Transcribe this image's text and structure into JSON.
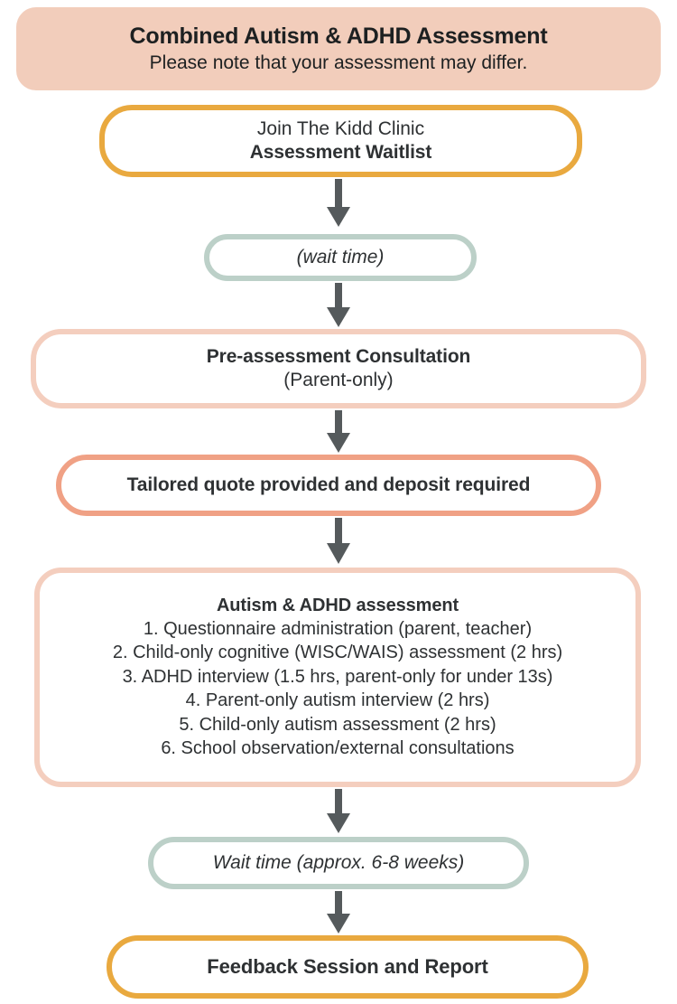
{
  "banner": {
    "title": "Combined Autism & ADHD Assessment",
    "subtitle": "Please note that your assessment may differ."
  },
  "colors": {
    "background": "#FFFFFF",
    "banner_fill": "#F2CDBB",
    "amber_border": "#E9A93F",
    "sage_border": "#BCD0C8",
    "peach_border": "#F4CEBE",
    "coral_border": "#F0A185",
    "arrow": "#555A5C",
    "text": "#2E3133"
  },
  "nodes": {
    "waitlist": {
      "line1": "Join The Kidd Clinic",
      "line2": "Assessment Waitlist"
    },
    "wait_time_1": {
      "label": "(wait time)"
    },
    "pre_assessment": {
      "line1": "Pre-assessment Consultation",
      "line2": "(Parent-only)"
    },
    "quote": {
      "label": "Tailored quote provided and deposit required"
    },
    "assessment": {
      "title": "Autism & ADHD assessment",
      "items": [
        "1. Questionnaire administration (parent, teacher)",
        "2. Child-only cognitive (WISC/WAIS) assessment (2 hrs)",
        "3. ADHD interview (1.5 hrs, parent-only for under 13s)",
        "4. Parent-only autism interview (2 hrs)",
        "5. Child-only autism assessment (2 hrs)",
        "6. School observation/external consultations"
      ]
    },
    "wait_time_2": {
      "label": "Wait time (approx. 6-8 weeks)"
    },
    "feedback": {
      "label": "Feedback Session and Report"
    }
  }
}
